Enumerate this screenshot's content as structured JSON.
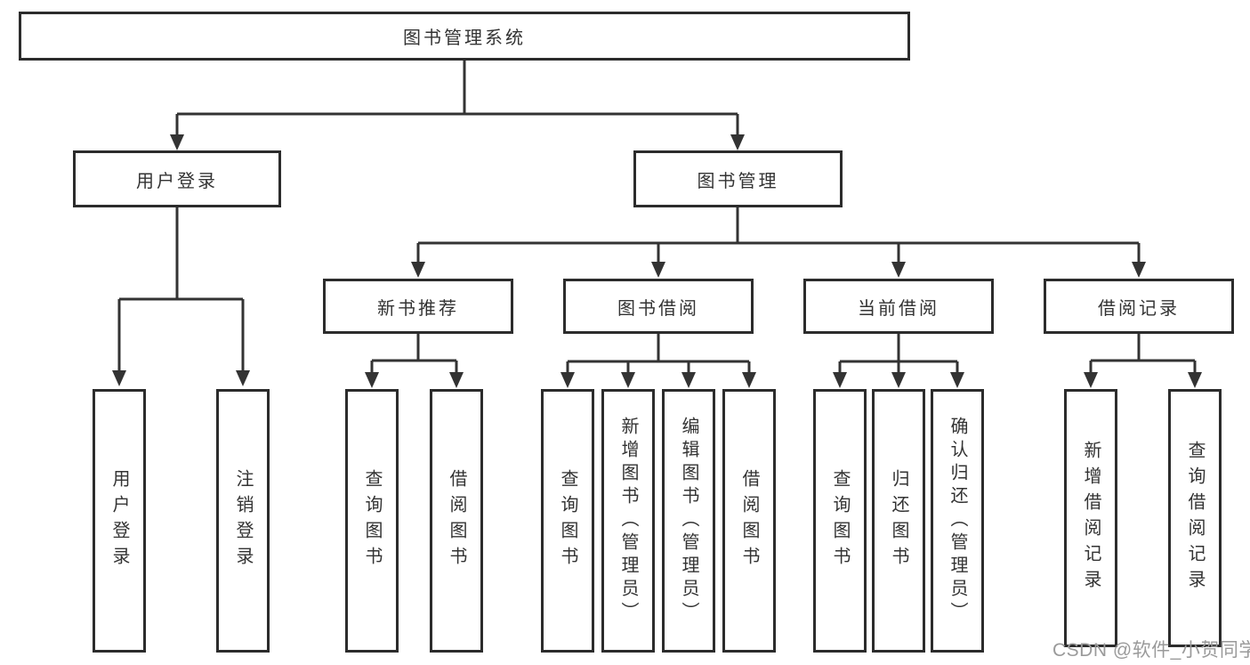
{
  "tree": {
    "root": "图书管理系统",
    "login_branch": {
      "label": "用户登录",
      "children": [
        "用户登录",
        "注销登录"
      ]
    },
    "manage_branch": {
      "label": "图书管理",
      "groups": [
        {
          "label": "新书推荐",
          "children": [
            "查询图书",
            "借阅图书"
          ]
        },
        {
          "label": "图书借阅",
          "children": [
            "查询图书",
            "新增图书（管理员）",
            "编辑图书（管理员）",
            "借阅图书"
          ]
        },
        {
          "label": "当前借阅",
          "children": [
            "查询图书",
            "归还图书",
            "确认归还（管理员）"
          ]
        },
        {
          "label": "借阅记录",
          "children": [
            "新增借阅记录",
            "查询借阅记录"
          ]
        }
      ]
    }
  },
  "watermark": "CSDN @软件_小贺同学",
  "colors": {
    "line": "#333333",
    "border": "#2c2c2c",
    "text": "#333333",
    "watermark": "#9a9a9a",
    "background": "#ffffff"
  }
}
